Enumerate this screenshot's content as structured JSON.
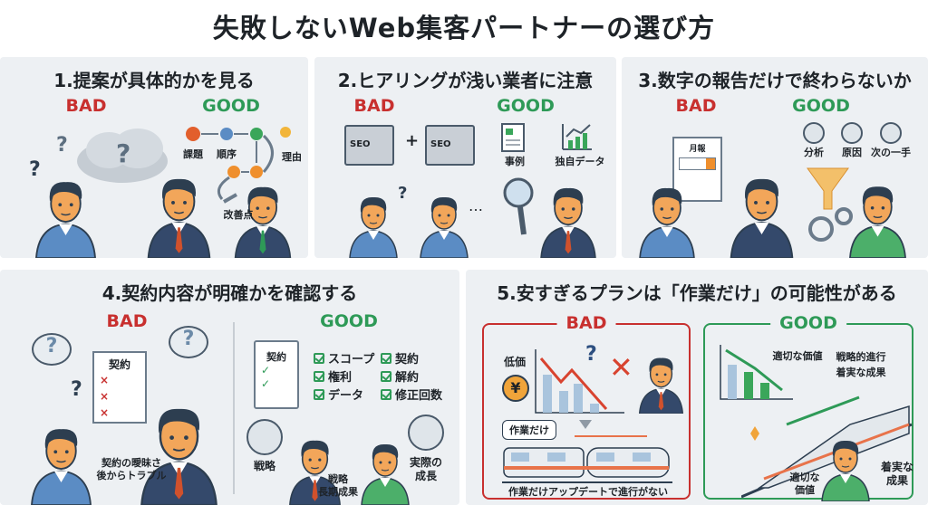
{
  "title": "失敗しないWeb集客パートナーの選び方",
  "colors": {
    "bad": "#c8302f",
    "good": "#2e9a57",
    "panel_bg": "#edf0f3",
    "suit": "#34496b",
    "shirt_blue": "#5b8cc4",
    "shirt_green": "#4caf6a"
  },
  "panel1": {
    "heading": "1.提案が具体的かを見る",
    "bad": "BAD",
    "good": "GOOD",
    "q": "?",
    "flow": [
      "課題",
      "順序",
      "理由",
      "改善点"
    ]
  },
  "panel2": {
    "heading": "2.ヒアリングが浅い業者に注意",
    "bad": "BAD",
    "good": "GOOD",
    "box": "SEO",
    "plus": "+",
    "q": "?",
    "dots": "…",
    "case": "事例",
    "data": "独自データ"
  },
  "panel3": {
    "heading": "3.数字の報告だけで終わらないか",
    "bad": "BAD",
    "good": "GOOD",
    "report": "月報",
    "icons": [
      "分析",
      "原因",
      "次の一手"
    ]
  },
  "panel4": {
    "heading": "4.契約内容が明確かを確認する",
    "bad": "BAD",
    "good": "GOOD",
    "q": "?",
    "contract": "契約",
    "bad_caption": [
      "契約の曖昧さ",
      "後からトラブル"
    ],
    "checklist": [
      "スコープ",
      "契約",
      "権利",
      "解約",
      "データ",
      "修正回数"
    ],
    "strategy": "戦略",
    "center_caption": [
      "戦略",
      "長期成果"
    ],
    "growth": [
      "実際の",
      "成長"
    ]
  },
  "panel5": {
    "heading": "5.安すぎるプランは「作業だけ」の可能性がある",
    "bad": "BAD",
    "good": "GOOD",
    "low_price": "低価",
    "yen": "¥",
    "q": "?",
    "work_only": "作業だけ",
    "bad_caption": "作業だけアップデートで進行がない",
    "value": "適切な価値",
    "strategic": "戦略的進行",
    "result": "着実な成果",
    "result2": [
      "着実な",
      "成果"
    ],
    "value2": [
      "適切な",
      "価値"
    ]
  }
}
